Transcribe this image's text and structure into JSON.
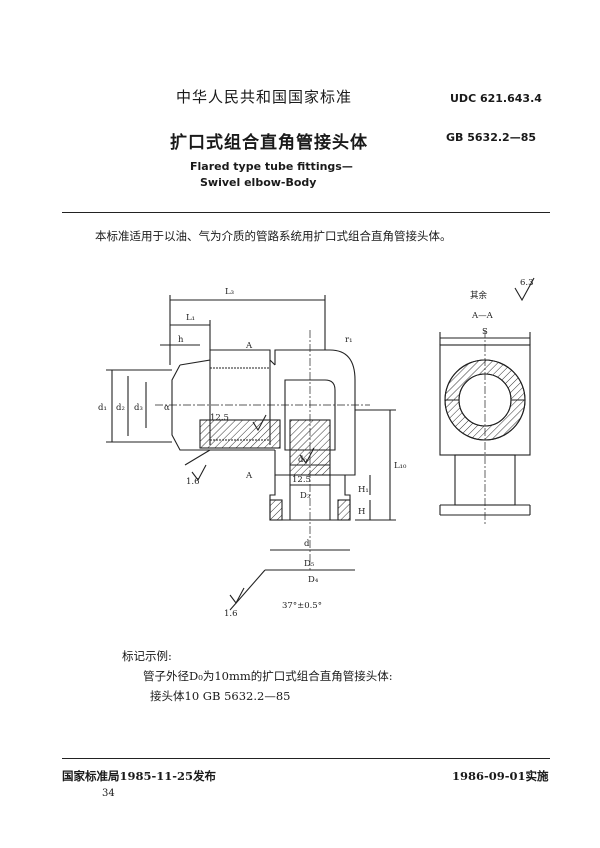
{
  "header": {
    "standard_name": "中华人民共和国国家标准",
    "udc": "UDC  621.643.4",
    "title_cn": "扩口式组合直角管接头体",
    "gb_code": "GB  5632.2—85",
    "title_en_line1": "Flared type tube fittings—",
    "title_en_line2": "Swivel elbow-Body"
  },
  "body": {
    "intro": "本标准适用于以油、气为介质的管路系统用扩口式组合直角管接头体。"
  },
  "drawing": {
    "labels": {
      "L3": "L₃",
      "L1": "L₁",
      "h": "h",
      "A": "A",
      "r1": "r₁",
      "d1": "d₁",
      "d2": "d₂",
      "d3": "d₃",
      "alpha": "α",
      "roughness_12_5": "12.5",
      "roughness_1_6": "1.6",
      "d0": "d₀",
      "D3": "D₃",
      "H1": "H₁",
      "H": "H",
      "L10": "L₁₀",
      "d": "d",
      "D5": "D₅",
      "D4": "D₄",
      "angle_tol": "37°±0.5°",
      "other": "其余",
      "roughness_6_3": "6.3",
      "section": "A—A",
      "S": "S"
    }
  },
  "marking": {
    "heading": "标记示例:",
    "line1": "管子外径D₀为10mm的扩口式组合直角管接头体:",
    "line2": "接头体10    GB  5632.2—85"
  },
  "footer": {
    "publisher": "国家标准局1985-11-25发布",
    "implement": "1986-09-01实施",
    "page": "34"
  }
}
